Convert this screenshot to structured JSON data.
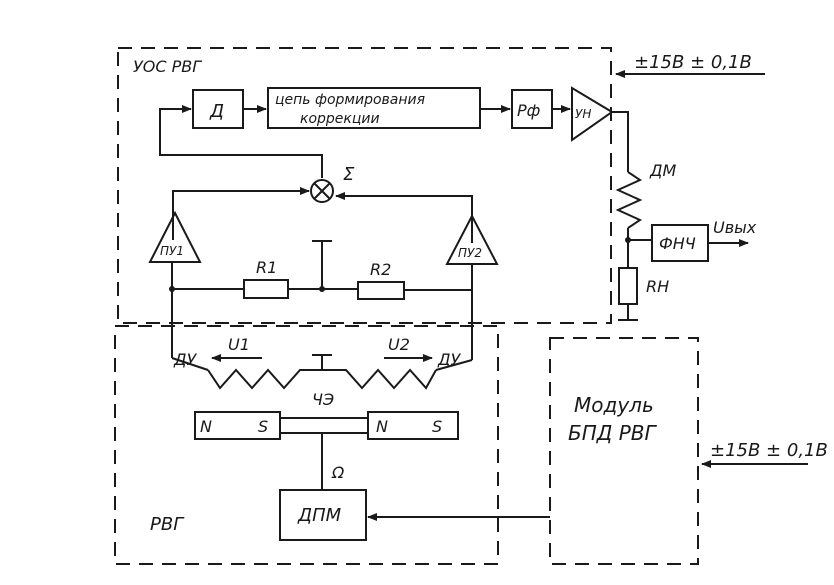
{
  "regions": {
    "upper_label": "УОС РВГ",
    "lower_label": "РВГ",
    "module_label_line1": "Модуль",
    "module_label_line2": "БПД РВГ"
  },
  "blocks": {
    "d": "Д",
    "correction_line1": "цепь формирования",
    "correction_line2": "коррекции",
    "rf": "Рф",
    "un": "УН",
    "fnch": "ФНЧ",
    "dpm": "ДПМ",
    "pu1": "ПУ1",
    "pu2": "ПУ2"
  },
  "components": {
    "sum": "Σ",
    "dm": "ДМ",
    "rn": "RН",
    "r1": "R1",
    "r2": "R2",
    "u1": "U1",
    "u2": "U2",
    "du_left": "ДУ",
    "du_right": "ДУ",
    "ch_e": "ЧЭ",
    "omega": "Ω",
    "magnet_left_n": "N",
    "magnet_left_s": "S",
    "magnet_right_n": "N",
    "magnet_right_s": "S"
  },
  "signals": {
    "supply_top": "±15В ± 0,1В",
    "supply_right": "±15В ± 0,1В",
    "u_out": "Uвых"
  },
  "colors": {
    "ink": "#1a1a1a",
    "paper": "#ffffff"
  }
}
